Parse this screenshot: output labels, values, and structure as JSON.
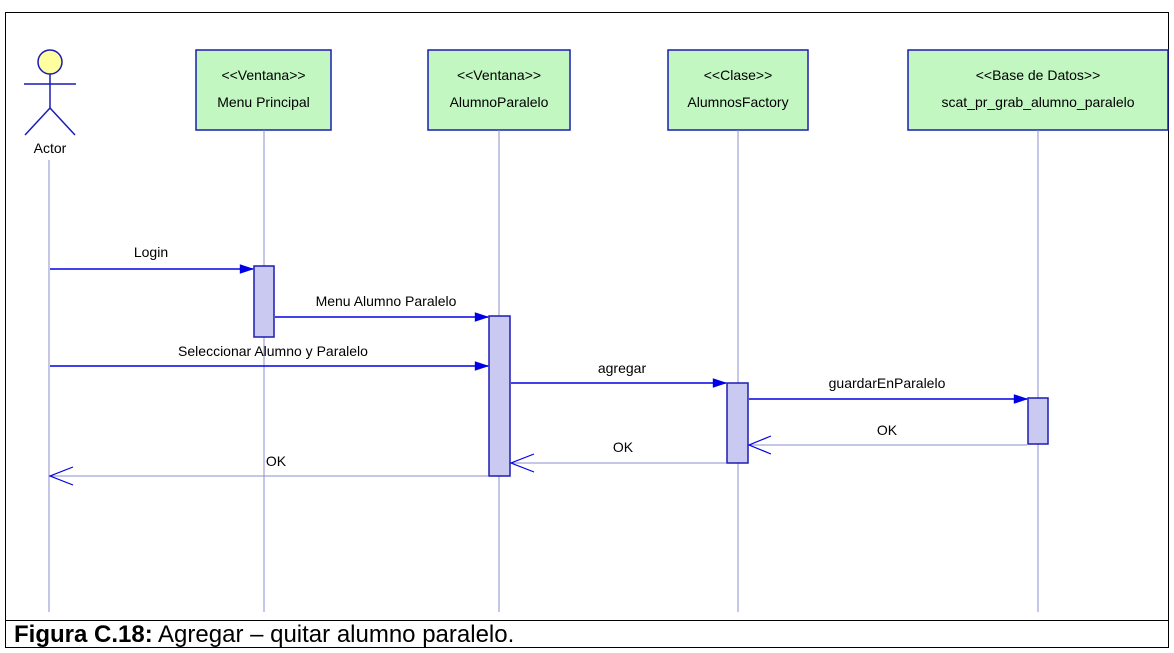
{
  "actor": {
    "label": "Actor"
  },
  "lifelines": [
    {
      "stereotype": "<<Ventana>>",
      "name": "Menu Principal"
    },
    {
      "stereotype": "<<Ventana>>",
      "name": "AlumnoParalelo"
    },
    {
      "stereotype": "<<Clase>>",
      "name": "AlumnosFactory"
    },
    {
      "stereotype": "<<Base de Datos>>",
      "name": "scat_pr_grab_alumno_paralelo"
    }
  ],
  "messages": [
    {
      "label": "Login",
      "from": "Actor",
      "to": "Menu Principal",
      "kind": "call"
    },
    {
      "label": "Menu Alumno Paralelo",
      "from": "Menu Principal",
      "to": "AlumnoParalelo",
      "kind": "call"
    },
    {
      "label": "Seleccionar Alumno y Paralelo",
      "from": "Actor",
      "to": "AlumnoParalelo",
      "kind": "call"
    },
    {
      "label": "agregar",
      "from": "AlumnoParalelo",
      "to": "AlumnosFactory",
      "kind": "call"
    },
    {
      "label": "guardarEnParalelo",
      "from": "AlumnosFactory",
      "to": "scat_pr_grab_alumno_paralelo",
      "kind": "call"
    },
    {
      "label": "OK",
      "from": "scat_pr_grab_alumno_paralelo",
      "to": "AlumnosFactory",
      "kind": "return"
    },
    {
      "label": "OK",
      "from": "AlumnosFactory",
      "to": "AlumnoParalelo",
      "kind": "return"
    },
    {
      "label": "OK",
      "from": "AlumnoParalelo",
      "to": "Actor",
      "kind": "return"
    }
  ],
  "colors": {
    "box_fill": "#c2f7c2",
    "box_border": "#1c1cb4",
    "activation_fill": "#c9c9f2",
    "arrow": "#0000e6",
    "lifeline": "#8c8ccf",
    "actor_head": "#ffffa0"
  },
  "caption": {
    "prefix": "Figura C.18:",
    "text": " Agregar – quitar alumno paralelo."
  }
}
